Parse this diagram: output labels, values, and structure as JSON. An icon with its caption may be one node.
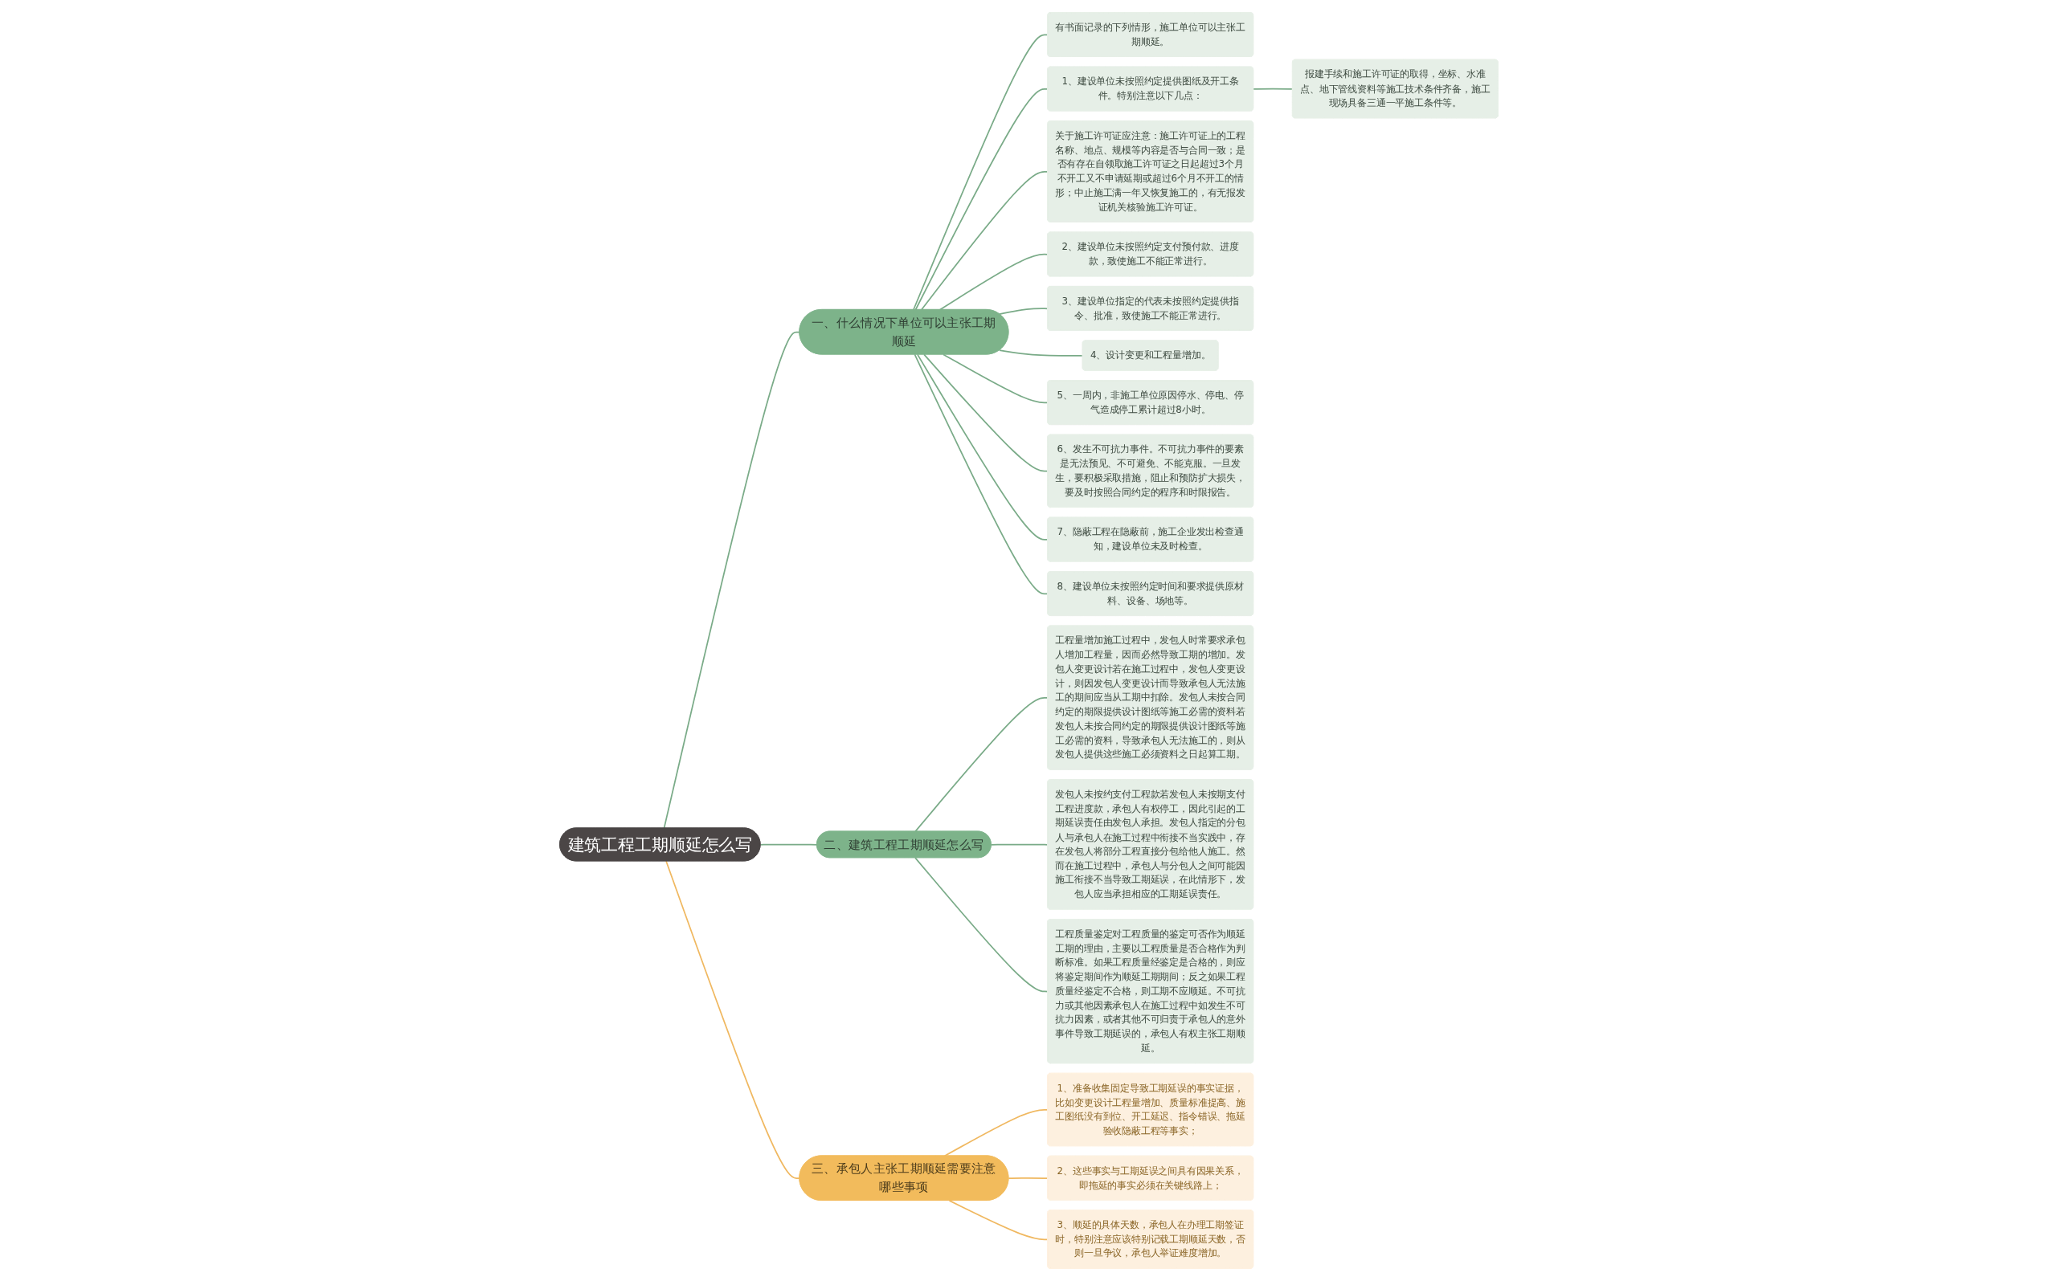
{
  "diagram": {
    "nodes": [
      {
        "text": [
          "建筑工程工期顺延怎么写"
        ]
      },
      {
        "text": [
          "一、什么情况下单位可以主张工期顺延"
        ]
      },
      {
        "text": [
          "有书面记录的下列情形，施工单位可以主张工期顺延。"
        ]
      },
      {
        "text": [
          "1、建设单位未按照约定提供图纸及开工条件。特别注意以下几点："
        ]
      },
      {
        "text": [
          "报建手续和施工许可证的取得，坐标、水准点、地下管线资料等施工技术条件齐备，施工现场具备三通一平施工条件等。"
        ]
      },
      {
        "text": [
          "关于施工许可证应注意：施工许可证上的工程名称、地点、规模等内容是否与合同一致；是否有存在自领取施工许可证之日起超过3个月不开工又不申请延期或超过6个月不开工的情形；中止施工满一年又恢复施工的，有无报发证机关核验施工许可证。"
        ]
      },
      {
        "text": [
          "2、建设单位未按照约定支付预付款、进度款，致使施工不能正常进行。"
        ]
      },
      {
        "text": [
          "3、建设单位指定的代表未按照约定提供指令、批准，致使施工不能正常进行。"
        ]
      },
      {
        "text": [
          "4、设计变更和工程量增加。"
        ]
      },
      {
        "text": [
          "5、一周内，非施工单位原因停水、停电、停气造成停工累计超过8小时。"
        ]
      },
      {
        "text": [
          "6、发生不可抗力事件。不可抗力事件的要素是无法预见、不可避免、不能克服。一旦发生，要积极采取措施，阻止和预防扩大损失，要及时按照合同约定的程序和时限报告。"
        ]
      },
      {
        "text": [
          "7、隐蔽工程在隐蔽前，施工企业发出检查通知，建设单位未及时检查。"
        ]
      },
      {
        "text": [
          "8、建设单位未按照约定时间和要求提供原材料、设备、场地等。"
        ]
      },
      {
        "text": [
          "二、建筑工程工期顺延怎么写"
        ]
      },
      {
        "text": [
          "工程量增加施工过程中，发包人时常要求承包人增加工程量，因而必然导致工期的增加。发包人变更设计若在施工过程中，发包人变更设计，则因发包人变更设计而导致承包人无法施工的期间应当从工期中扣除。发包人未按合同约定的期限提供设计图纸等施工必需的资料若发包人未按合同约定的期限提供设计图纸等施工必需的资料，导致承包人无法施工的，则从发包人提供这些施工必须资料之日起算工期。"
        ]
      },
      {
        "text": [
          "发包人未按约支付工程款若发包人未按期支付工程进度款，承包人有权停工，因此引起的工期延误责任由发包人承担。发包人指定的分包人与承包人在施工过程中衔接不当实践中，存在发包人将部分工程直接分包给他人施工。然而在施工过程中，承包人与分包人之间可能因施工衔接不当导致工期延误，在此情形下，发包人应当承担相应的工期延误责任。"
        ]
      },
      {
        "text": [
          "工程质量鉴定对工程质量的鉴定可否作为顺延工期的理由，主要以工程质量是否合格作为判断标准。如果工程质量经鉴定是合格的，则应将鉴定期间作为顺延工期期间；反之如果工程质量经鉴定不合格，则工期不应顺延。不可抗力或其他因素承包人在施工过程中如发生不可抗力因素，或者其他不可归责于承包人的意外事件导致工期延误的，承包人有权主张工期顺延。"
        ]
      },
      {
        "text": [
          "三、承包人主张工期顺延需要注意哪些事项"
        ]
      },
      {
        "text": [
          "1、准备收集固定导致工期延误的事实证据，比如变更设计工程量增加、质量标准提高、施工图纸没有到位、开工延迟、指令错误、拖延验收隐蔽工程等事实；"
        ]
      },
      {
        "text": [
          "2、这些事实与工期延误之间具有因果关系，即拖延的事实必须在关键线路上；"
        ]
      },
      {
        "text": [
          "3、顺延的具体天数，承包人在办理工期签证时，特别注意应该特别记载工期顺延天数，否则一旦争议，承包人举证难度增加。"
        ]
      }
    ],
    "edges": [
      {
        "from": 0,
        "to": 1,
        "arrow": "none"
      },
      {
        "from": 1,
        "to": 2,
        "arrow": "none"
      },
      {
        "from": 1,
        "to": 3,
        "arrow": "none"
      },
      {
        "from": 3,
        "to": 4,
        "arrow": "none"
      },
      {
        "from": 1,
        "to": 5,
        "arrow": "none"
      },
      {
        "from": 1,
        "to": 6,
        "arrow": "none"
      },
      {
        "from": 1,
        "to": 7,
        "arrow": "none"
      },
      {
        "from": 1,
        "to": 8,
        "arrow": "none"
      },
      {
        "from": 1,
        "to": 9,
        "arrow": "none"
      },
      {
        "from": 1,
        "to": 10,
        "arrow": "none"
      },
      {
        "from": 1,
        "to": 11,
        "arrow": "none"
      },
      {
        "from": 1,
        "to": 12,
        "arrow": "none"
      },
      {
        "from": 0,
        "to": 13,
        "arrow": "none"
      },
      {
        "from": 13,
        "to": 14,
        "arrow": "none"
      },
      {
        "from": 13,
        "to": 15,
        "arrow": "none"
      },
      {
        "from": 13,
        "to": 16,
        "arrow": "none"
      },
      {
        "from": 0,
        "to": 17,
        "arrow": "none",
        "color": "#f0b860"
      },
      {
        "from": 17,
        "to": 18,
        "arrow": "none",
        "color": "#f0b860"
      },
      {
        "from": 17,
        "to": 19,
        "arrow": "none",
        "color": "#f0b860"
      },
      {
        "from": 17,
        "to": 20,
        "arrow": "none",
        "color": "#f0b860"
      }
    ]
  }
}
